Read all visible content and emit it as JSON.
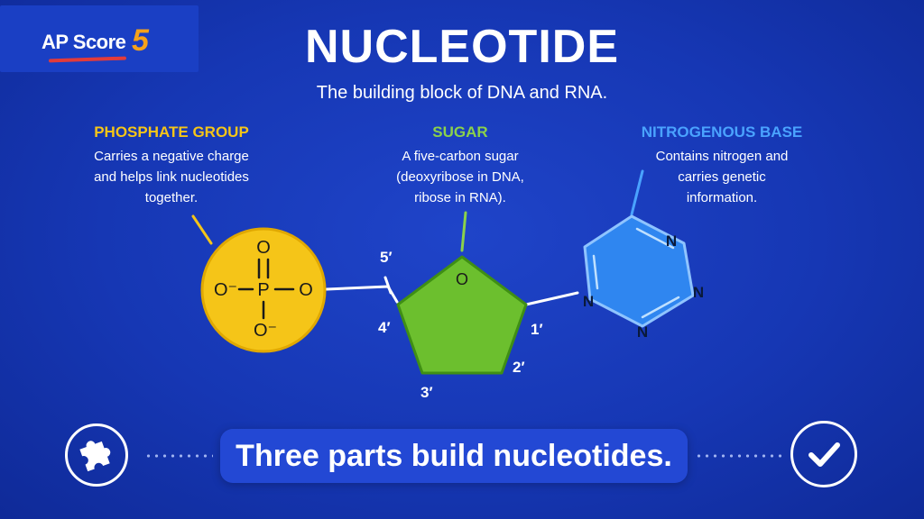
{
  "logo": {
    "text": "AP Score",
    "number": "5"
  },
  "header": {
    "title": "NUCLEOTIDE",
    "subtitle": "The building block of DNA and RNA."
  },
  "parts": {
    "phosphate": {
      "label": "PHOSPHATE GROUP",
      "description": "Carries a negative charge\nand helps link nucleotides\ntogether.",
      "color": "#f5c518"
    },
    "sugar": {
      "label": "SUGAR",
      "description": "A five-carbon sugar\n(deoxyribose in DNA,\nribose in RNA).",
      "color": "#8bd14a"
    },
    "base": {
      "label": "NITROGENOUS BASE",
      "description": "Contains nitrogen and\ncarries genetic\ninformation.",
      "color": "#4aa3ff"
    }
  },
  "phosphate_atoms": {
    "top": "O",
    "left": "O⁻",
    "center": "P",
    "right": "O",
    "bottom": "O⁻"
  },
  "sugar_atom": "O",
  "base_atoms": [
    "N",
    "N",
    "N",
    "N"
  ],
  "carbon_labels": {
    "c5": "5′",
    "c4": "4′",
    "c1": "1′",
    "c2": "2′",
    "c3": "3′"
  },
  "banner": {
    "text": "Three parts build nucleotides."
  },
  "icons": {
    "left": "puzzle-icon",
    "right": "checkmark-icon"
  },
  "colors": {
    "background": "#1637b4",
    "phosphate_fill": "#f5c518",
    "sugar_fill": "#6cbf2e",
    "base_fill": "#2f86f0"
  }
}
